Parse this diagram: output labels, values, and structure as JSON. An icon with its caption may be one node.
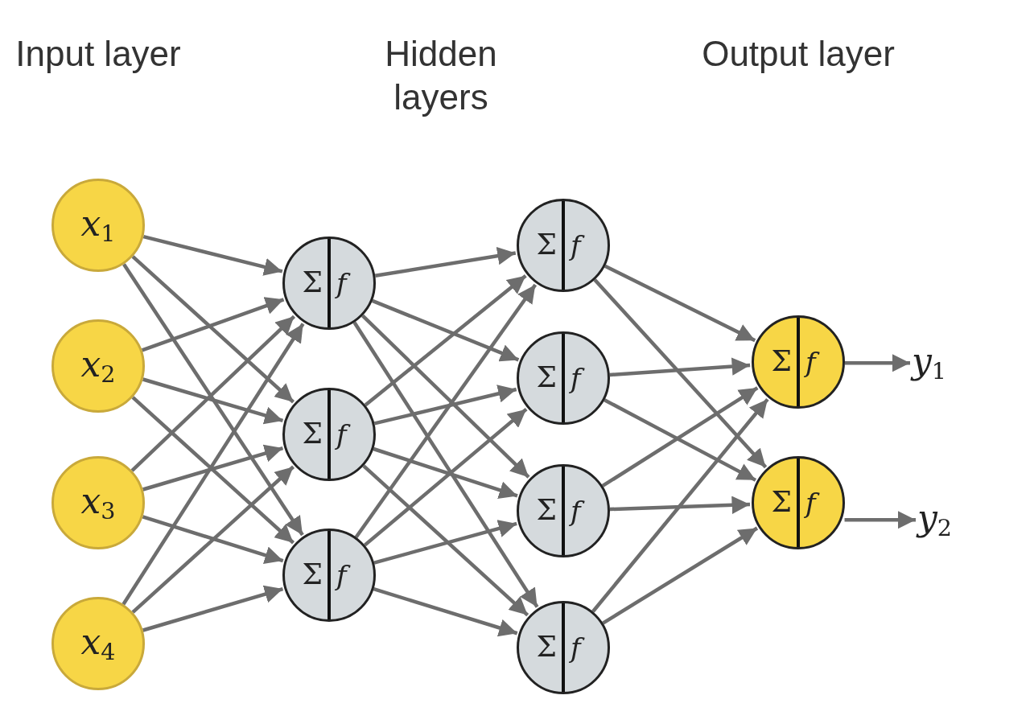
{
  "diagram": {
    "nodes": [
      {
        "text": [
          "*x*$_{1}$"
        ]
      },
      {
        "text": [
          "*x*$_{2}$"
        ]
      },
      {
        "text": [
          "*x*$_{3}$"
        ]
      },
      {
        "text": [
          "*x*$_{4}$"
        ]
      },
      {
        "text": [
          "Σ",
          "f"
        ]
      },
      {
        "text": [
          "Σ",
          "f"
        ]
      },
      {
        "text": [
          "Σ",
          "f"
        ]
      },
      {
        "text": [
          "Σ",
          "f"
        ]
      },
      {
        "text": [
          "Σ",
          "f"
        ]
      },
      {
        "text": [
          "Σ",
          "f"
        ]
      },
      {
        "text": [
          "Σ",
          "f"
        ]
      },
      {
        "text": [
          "Σ",
          "f"
        ]
      },
      {
        "text": [
          "Σ",
          "f"
        ]
      },
      {
        "text": [
          "*y*$_{1}$"
        ]
      },
      {
        "text": [
          "*y*$_{2}$"
        ]
      }
    ],
    "edges": [
      {
        "from": 0,
        "to": 4,
        "arrow": "to"
      },
      {
        "from": 0,
        "to": 5,
        "arrow": "to"
      },
      {
        "from": 0,
        "to": 6,
        "arrow": "to"
      },
      {
        "from": 1,
        "to": 4,
        "arrow": "to"
      },
      {
        "from": 1,
        "to": 5,
        "arrow": "to"
      },
      {
        "from": 1,
        "to": 6,
        "arrow": "to"
      },
      {
        "from": 2,
        "to": 4,
        "arrow": "to"
      },
      {
        "from": 2,
        "to": 5,
        "arrow": "to"
      },
      {
        "from": 2,
        "to": 6,
        "arrow": "to"
      },
      {
        "from": 3,
        "to": 4,
        "arrow": "to"
      },
      {
        "from": 3,
        "to": 5,
        "arrow": "to"
      },
      {
        "from": 3,
        "to": 6,
        "arrow": "to"
      },
      {
        "from": 4,
        "to": 7,
        "arrow": "to"
      },
      {
        "from": 4,
        "to": 8,
        "arrow": "to"
      },
      {
        "from": 4,
        "to": 9,
        "arrow": "to"
      },
      {
        "from": 4,
        "to": 10,
        "arrow": "to"
      },
      {
        "from": 5,
        "to": 7,
        "arrow": "to"
      },
      {
        "from": 5,
        "to": 8,
        "arrow": "to"
      },
      {
        "from": 5,
        "to": 9,
        "arrow": "to"
      },
      {
        "from": 5,
        "to": 10,
        "arrow": "to"
      },
      {
        "from": 6,
        "to": 7,
        "arrow": "to"
      },
      {
        "from": 6,
        "to": 8,
        "arrow": "to"
      },
      {
        "from": 6,
        "to": 9,
        "arrow": "to"
      },
      {
        "from": 6,
        "to": 10,
        "arrow": "to"
      },
      {
        "from": 7,
        "to": 11,
        "arrow": "to"
      },
      {
        "from": 7,
        "to": 12,
        "arrow": "to"
      },
      {
        "from": 8,
        "to": 11,
        "arrow": "to"
      },
      {
        "from": 8,
        "to": 12,
        "arrow": "to"
      },
      {
        "from": 9,
        "to": 11,
        "arrow": "to"
      },
      {
        "from": 9,
        "to": 12,
        "arrow": "to"
      },
      {
        "from": 10,
        "to": 11,
        "arrow": "to"
      },
      {
        "from": 10,
        "to": 12,
        "arrow": "to"
      },
      {
        "from": 11,
        "to": 13,
        "arrow": "to"
      },
      {
        "from": 12,
        "to": 14,
        "arrow": "to"
      }
    ],
    "labels": [
      "Input layer",
      "Hidden layers",
      "Output layer"
    ]
  }
}
